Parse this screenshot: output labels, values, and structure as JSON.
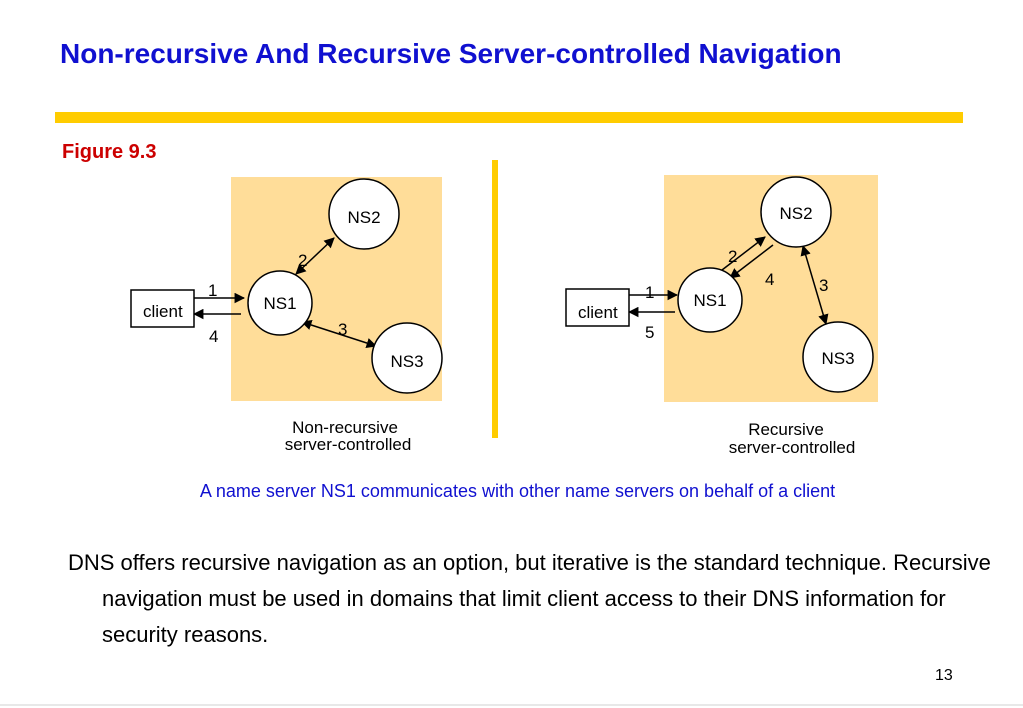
{
  "slide": {
    "title": "Non-recursive And Recursive Server-controlled Navigation",
    "figure_label": "Figure 9.3",
    "caption": "A name server NS1 communicates with other name servers on behalf of a client",
    "body_text": "DNS offers recursive navigation as an option, but iterative is the standard technique. Recursive navigation must be used in domains that limit client access to their DNS information for security reasons.",
    "page_number": "13"
  },
  "colors": {
    "title": "#1010d0",
    "figure_label": "#cc0000",
    "accent_rule": "#ffcc00",
    "diagram_background": "#ffdd99",
    "caption": "#1010d0"
  },
  "diagrams": {
    "left": {
      "client": "client",
      "ns1": "NS1",
      "ns2": "NS2",
      "ns3": "NS3",
      "step_labels": [
        "1",
        "2",
        "3",
        "4"
      ],
      "caption_line1": "Non-recursive",
      "caption_line2": "server-controlled"
    },
    "right": {
      "client": "client",
      "ns1": "NS1",
      "ns2": "NS2",
      "ns3": "NS3",
      "step_labels": [
        "1",
        "2",
        "3",
        "4",
        "5"
      ],
      "caption_line1": "Recursive",
      "caption_line2": "server-controlled"
    }
  }
}
